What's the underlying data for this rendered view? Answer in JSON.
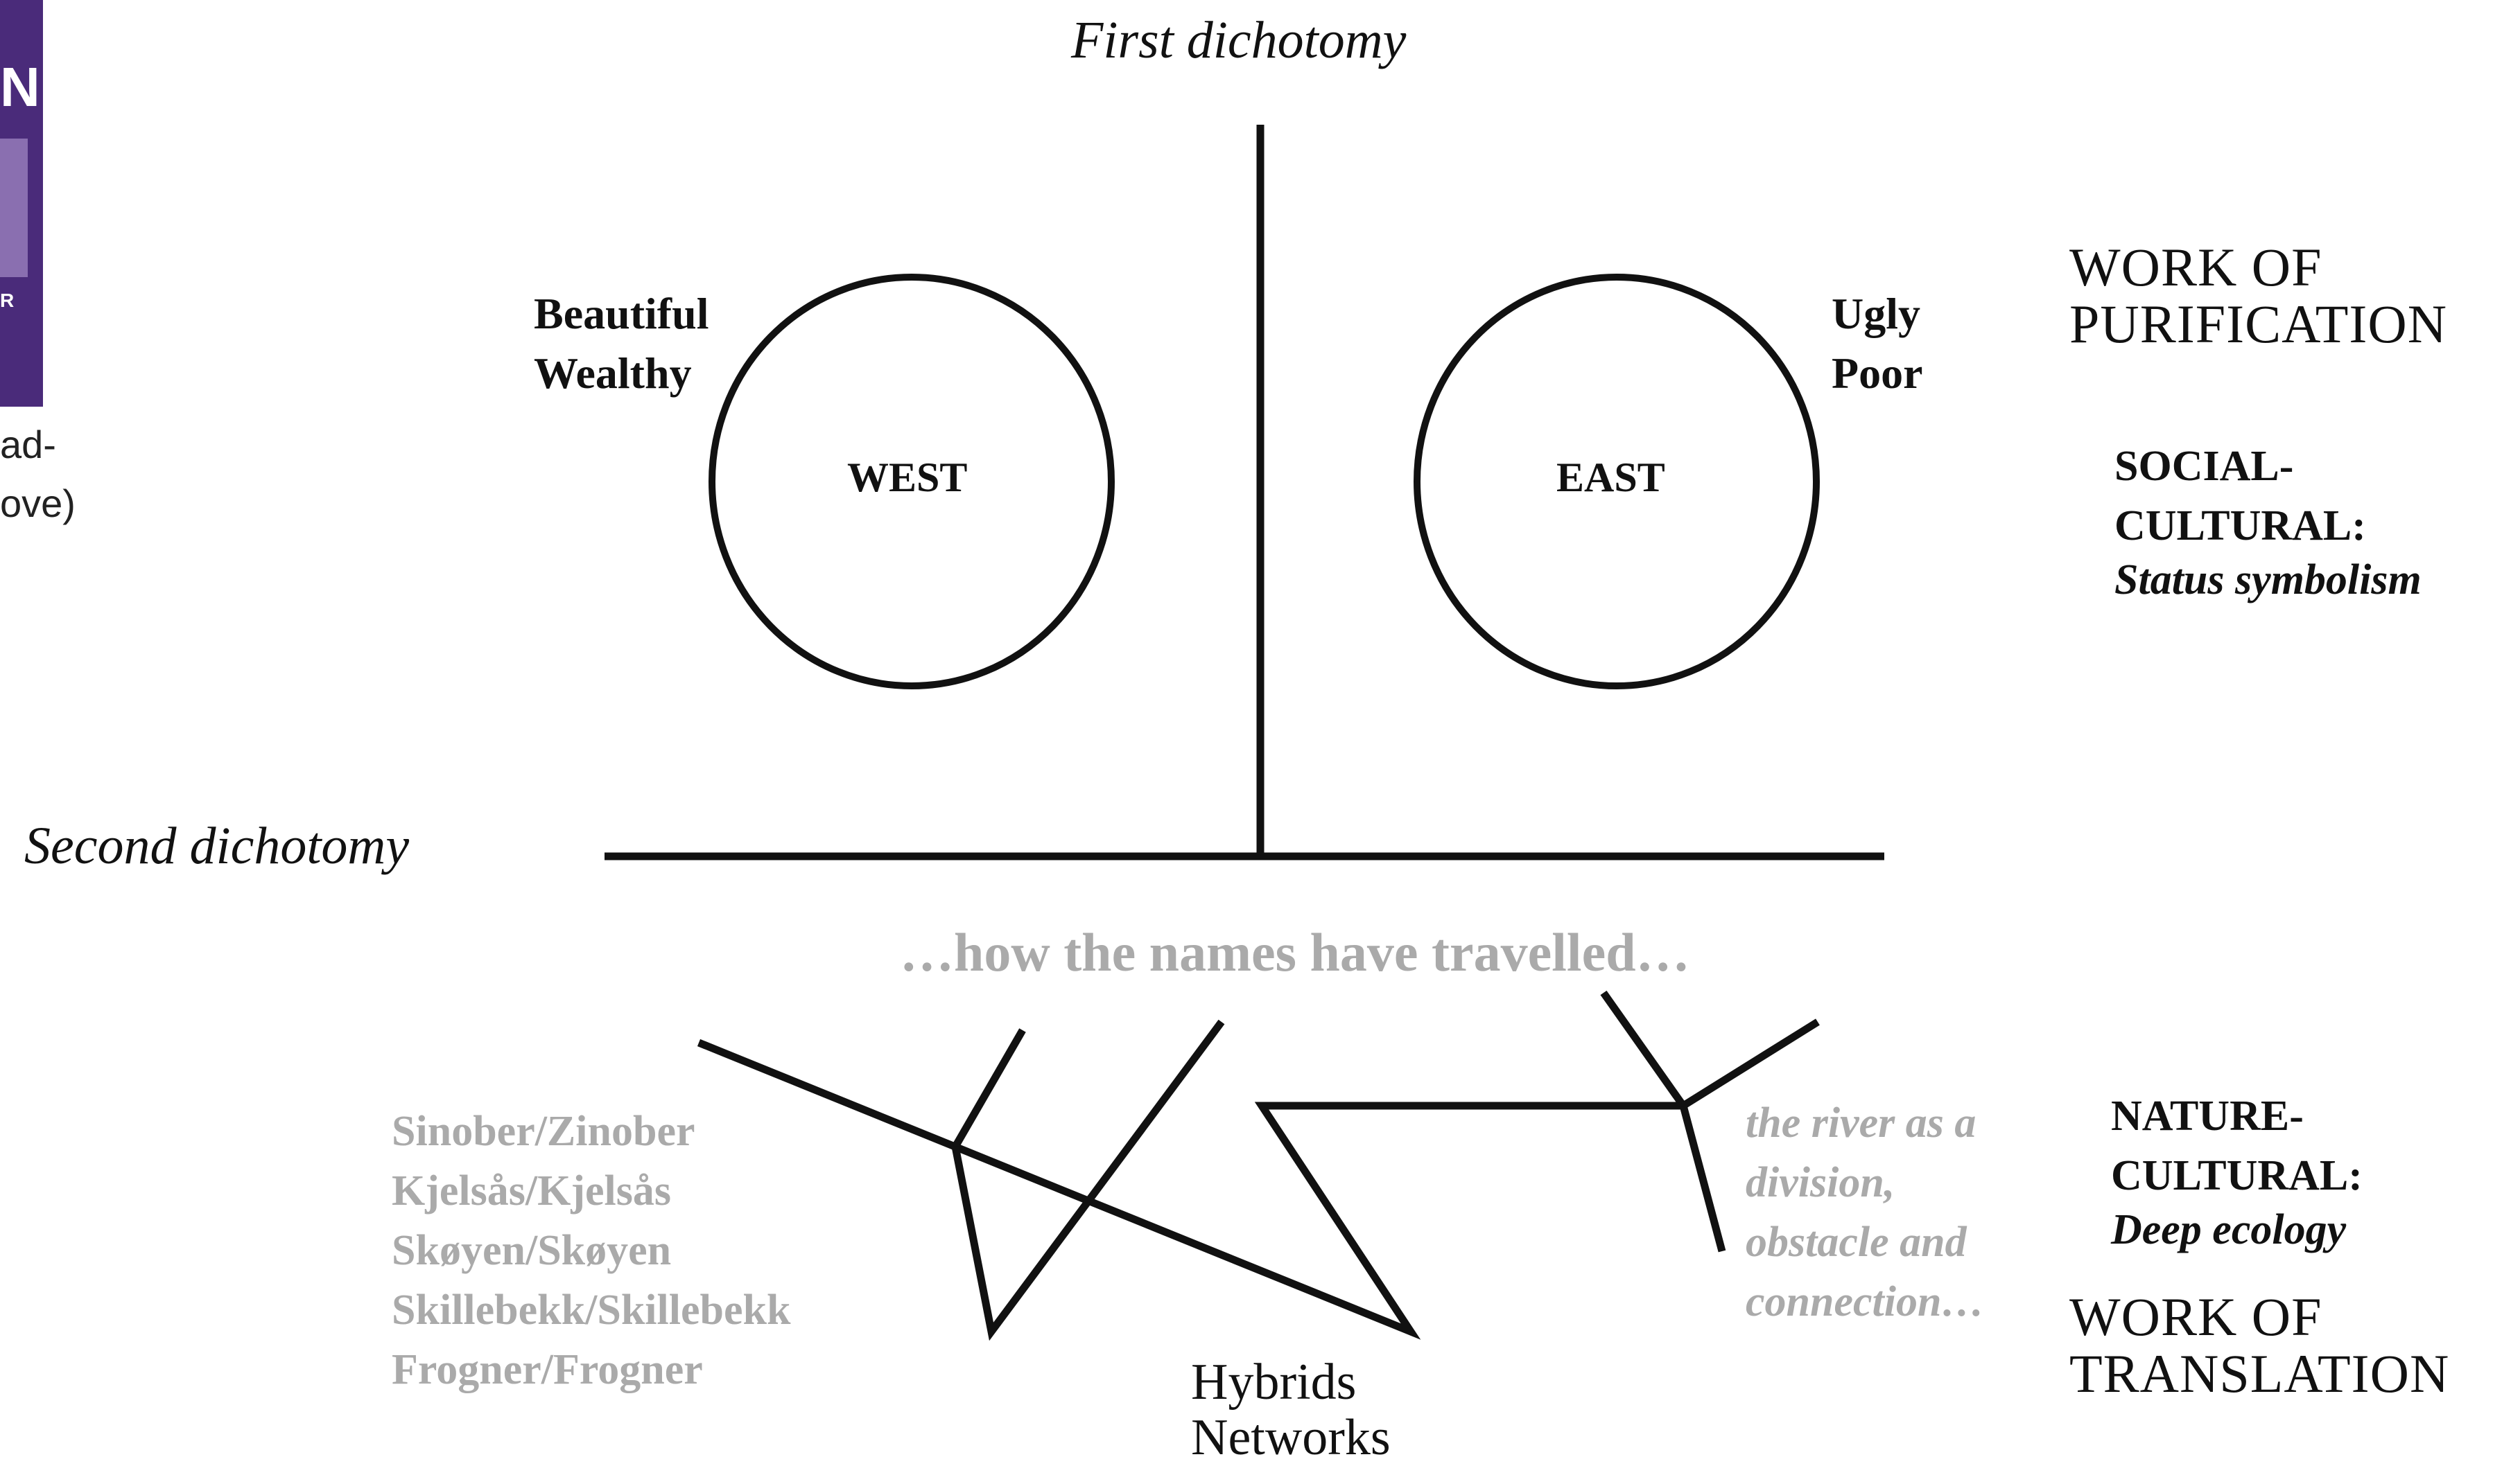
{
  "left_edge": {
    "cover_glyph": "N",
    "cover_badge": "R",
    "text_line1": "ad-",
    "text_line2": "ove)"
  },
  "headings": {
    "first": "First dichotomy",
    "second": "Second dichotomy"
  },
  "west": {
    "label": "WEST",
    "attr1": "Beautiful",
    "attr2": "Wealthy"
  },
  "east": {
    "label": "EAST",
    "attr1": "Ugly",
    "attr2": "Poor"
  },
  "right_panel": {
    "purification_1": "WORK OF",
    "purification_2": "PURIFICATION",
    "social_1": "SOCIAL-",
    "social_2": "CULTURAL:",
    "social_sub": "Status symbolism",
    "nature_1": "NATURE-",
    "nature_2": "CULTURAL:",
    "nature_sub": "Deep ecology",
    "translation_1": "WORK OF",
    "translation_2": "TRANSLATION"
  },
  "caption": "…how the names have travelled…",
  "names": [
    "Sinober/Zinober",
    "Kjelsås/Kjelsås",
    "Skøyen/Skøyen",
    "Skillebekk/Skillebekk",
    "Frogner/Frogner"
  ],
  "river": [
    "the river as a",
    "division,",
    "obstacle and",
    "connection…"
  ],
  "hybrids": {
    "line1": "Hybrids",
    "line2": "Networks"
  },
  "colors": {
    "ink": "#111111",
    "muted": "#aaaaaa",
    "thumb": "#4a2b7a"
  }
}
